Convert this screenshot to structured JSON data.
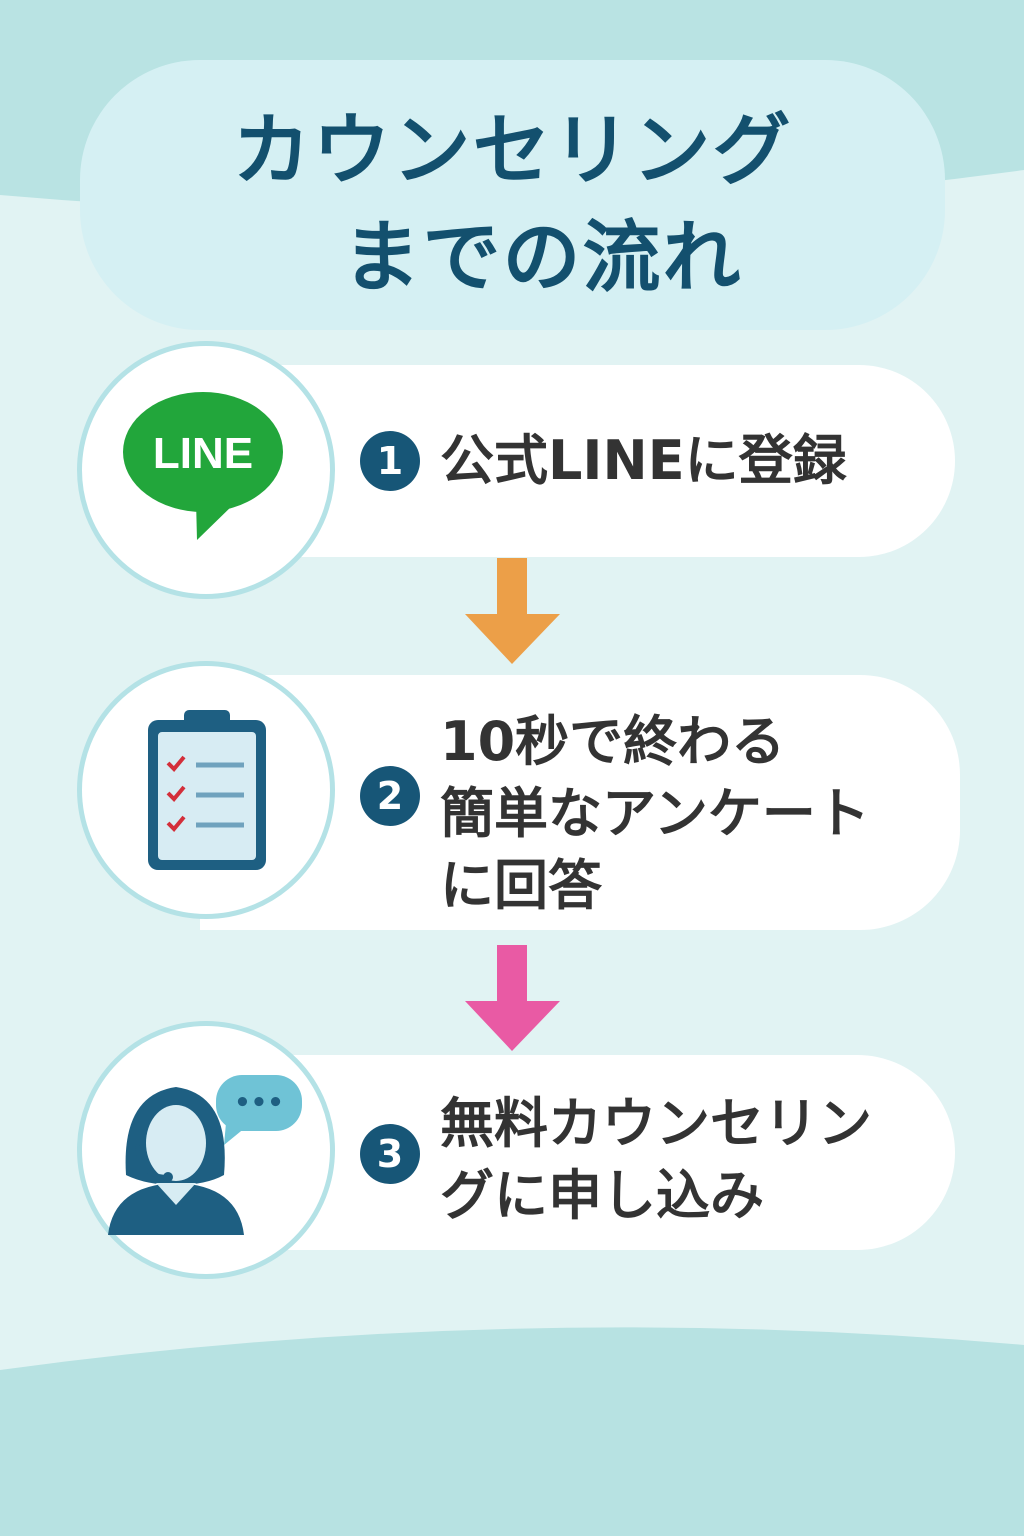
{
  "title": {
    "line1": "カウンセリング",
    "line2": "までの流れ"
  },
  "steps": [
    {
      "number": "1",
      "text": [
        "公式LINEに登録"
      ],
      "icon": "line-logo-icon",
      "logo_text": "LINE"
    },
    {
      "number": "2",
      "text": [
        "10秒で終わる",
        "簡単なアンケート",
        "に回答"
      ],
      "icon": "clipboard-checklist-icon"
    },
    {
      "number": "3",
      "text": [
        "無料カウンセリン",
        "グに申し込み"
      ],
      "icon": "counselor-headset-icon",
      "bubble_text": "•••"
    }
  ],
  "colors": {
    "title": "#13506e",
    "badge": "#175677",
    "arrow1": "#ec9f48",
    "arrow2": "#e95aa4",
    "line_green": "#22a63b"
  }
}
